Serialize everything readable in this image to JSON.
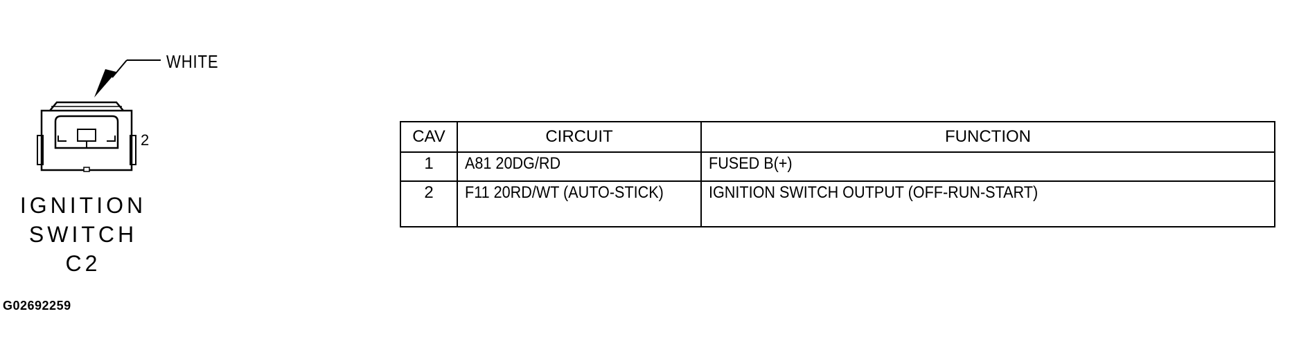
{
  "figure": {
    "callout": "WHITE",
    "cavity_number": "2",
    "connector_name_lines": [
      "IGNITION",
      "SWITCH",
      "C2"
    ],
    "figure_id": "G02692259"
  },
  "table": {
    "headers": [
      "CAV",
      "CIRCUIT",
      "FUNCTION"
    ],
    "rows": [
      {
        "cav": "1",
        "circuit": "A81 20DG/RD",
        "function": "FUSED B(+)"
      },
      {
        "cav": "2",
        "circuit": "F11 20RD/WT (AUTO-STICK)",
        "function": "IGNITION SWITCH OUTPUT (OFF-RUN-START)"
      }
    ]
  }
}
